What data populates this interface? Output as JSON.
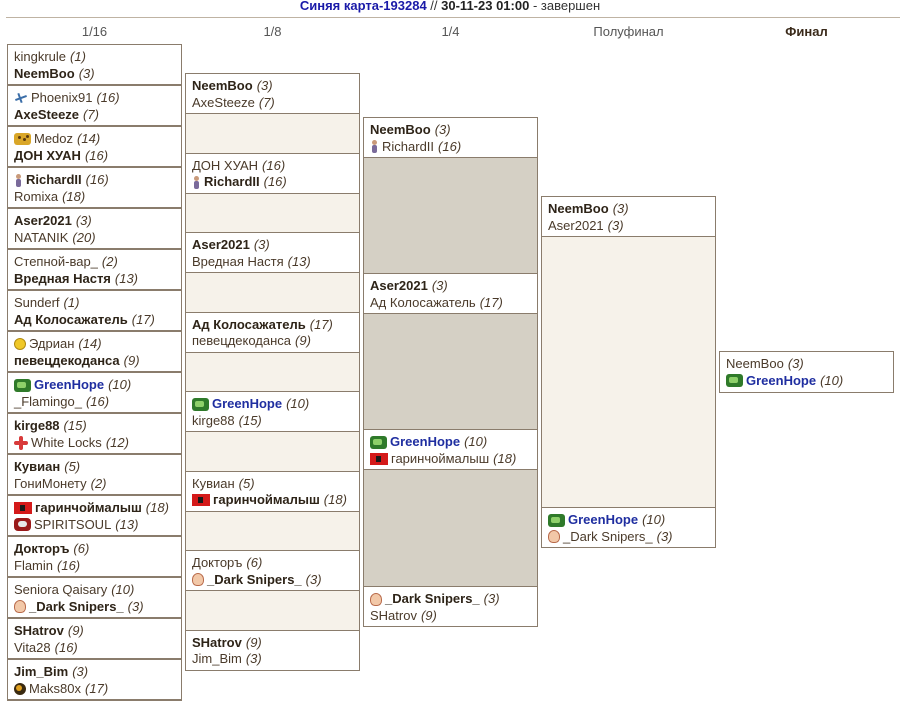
{
  "header": {
    "map_link": "Синяя карта-193284",
    "separator": " // ",
    "datetime": "30-11-23 01:00",
    "status_sep": " - ",
    "status": "завершен"
  },
  "rounds": [
    "1/16",
    "1/8",
    "1/4",
    "Полуфинал",
    "Финал"
  ],
  "r16": [
    [
      {
        "name": "kingkrule",
        "score": "(1)",
        "win": false,
        "icon": ""
      },
      {
        "name": "NeemBoo",
        "score": "(3)",
        "win": true,
        "icon": ""
      }
    ],
    [
      {
        "name": "Phoenix91",
        "score": "(16)",
        "win": false,
        "icon": "jet-icon"
      },
      {
        "name": "AxeSteeze",
        "score": "(7)",
        "win": true,
        "icon": ""
      }
    ],
    [
      {
        "name": "Medoz",
        "score": "(14)",
        "win": false,
        "icon": "cheetah-icon"
      },
      {
        "name": "ДОН ХУАН",
        "score": "(16)",
        "win": true,
        "icon": ""
      }
    ],
    [
      {
        "name": "RichardII",
        "score": "(16)",
        "win": true,
        "icon": "figure-icon"
      },
      {
        "name": "Romixa",
        "score": "(18)",
        "win": false,
        "icon": ""
      }
    ],
    [
      {
        "name": "Aser2021",
        "score": "(3)",
        "win": true,
        "icon": ""
      },
      {
        "name": "NATANIK",
        "score": "(20)",
        "win": false,
        "icon": ""
      }
    ],
    [
      {
        "name": "Степной-вар_",
        "score": "(2)",
        "win": false,
        "icon": ""
      },
      {
        "name": "Вредная Настя",
        "score": "(13)",
        "win": true,
        "icon": ""
      }
    ],
    [
      {
        "name": "Sunderf",
        "score": "(1)",
        "win": false,
        "icon": ""
      },
      {
        "name": "Ад Колосажатель",
        "score": "(17)",
        "win": true,
        "icon": ""
      }
    ],
    [
      {
        "name": "Эдриан",
        "score": "(14)",
        "win": false,
        "icon": "smile-icon"
      },
      {
        "name": "певецдекоданса",
        "score": "(9)",
        "win": true,
        "icon": ""
      }
    ],
    [
      {
        "name": "GreenHope",
        "score": "(10)",
        "win": true,
        "blue": true,
        "icon": "dragon-icon"
      },
      {
        "name": "_Flamingo_",
        "score": "(16)",
        "win": false,
        "icon": ""
      }
    ],
    [
      {
        "name": "kirge88",
        "score": "(15)",
        "win": true,
        "icon": ""
      },
      {
        "name": "White Locks",
        "score": "(12)",
        "win": false,
        "icon": "star-icon"
      }
    ],
    [
      {
        "name": "Кувиан",
        "score": "(5)",
        "win": true,
        "icon": ""
      },
      {
        "name": "ГониМонету",
        "score": "(2)",
        "win": false,
        "icon": ""
      }
    ],
    [
      {
        "name": "гаринчоймалыш",
        "score": "(18)",
        "win": true,
        "icon": "red-square-icon"
      },
      {
        "name": "SPIRITSOUL",
        "score": "(13)",
        "win": false,
        "icon": "red-creature-icon"
      }
    ],
    [
      {
        "name": "Докторъ",
        "score": "(6)",
        "win": true,
        "icon": ""
      },
      {
        "name": "Flamin",
        "score": "(16)",
        "win": false,
        "icon": ""
      }
    ],
    [
      {
        "name": "Seniora Qaisary",
        "score": "(10)",
        "win": false,
        "icon": ""
      },
      {
        "name": "_Dark Snipers_",
        "score": "(3)",
        "win": true,
        "icon": "face-icon"
      }
    ],
    [
      {
        "name": "SHatrov",
        "score": "(9)",
        "win": true,
        "icon": ""
      },
      {
        "name": "Vita28",
        "score": "(16)",
        "win": false,
        "icon": ""
      }
    ],
    [
      {
        "name": "Jim_Bim",
        "score": "(3)",
        "win": true,
        "icon": ""
      },
      {
        "name": "Maks80x",
        "score": "(17)",
        "win": false,
        "icon": "ball-icon"
      }
    ]
  ],
  "r8": [
    [
      {
        "name": "NeemBoo",
        "score": "(3)",
        "win": true,
        "icon": ""
      },
      {
        "name": "AxeSteeze",
        "score": "(7)",
        "win": false,
        "icon": ""
      }
    ],
    [
      {
        "name": "ДОН ХУАН",
        "score": "(16)",
        "win": false,
        "icon": ""
      },
      {
        "name": "RichardII",
        "score": "(16)",
        "win": true,
        "icon": "figure-icon"
      }
    ],
    [
      {
        "name": "Aser2021",
        "score": "(3)",
        "win": true,
        "icon": ""
      },
      {
        "name": "Вредная Настя",
        "score": "(13)",
        "win": false,
        "icon": ""
      }
    ],
    [
      {
        "name": "Ад Колосажатель",
        "score": "(17)",
        "win": true,
        "icon": ""
      },
      {
        "name": "певецдекоданса",
        "score": "(9)",
        "win": false,
        "icon": ""
      }
    ],
    [
      {
        "name": "GreenHope",
        "score": "(10)",
        "win": true,
        "blue": true,
        "icon": "dragon-icon"
      },
      {
        "name": "kirge88",
        "score": "(15)",
        "win": false,
        "icon": ""
      }
    ],
    [
      {
        "name": "Кувиан",
        "score": "(5)",
        "win": false,
        "icon": ""
      },
      {
        "name": "гаринчоймалыш",
        "score": "(18)",
        "win": true,
        "icon": "red-square-icon"
      }
    ],
    [
      {
        "name": "Докторъ",
        "score": "(6)",
        "win": false,
        "icon": ""
      },
      {
        "name": "_Dark Snipers_",
        "score": "(3)",
        "win": true,
        "icon": "face-icon"
      }
    ],
    [
      {
        "name": "SHatrov",
        "score": "(9)",
        "win": true,
        "icon": ""
      },
      {
        "name": "Jim_Bim",
        "score": "(3)",
        "win": false,
        "icon": ""
      }
    ]
  ],
  "r4": [
    [
      {
        "name": "NeemBoo",
        "score": "(3)",
        "win": true,
        "icon": ""
      },
      {
        "name": "RichardII",
        "score": "(16)",
        "win": false,
        "icon": "figure-icon"
      }
    ],
    [
      {
        "name": "Aser2021",
        "score": "(3)",
        "win": true,
        "icon": ""
      },
      {
        "name": "Ад Колосажатель",
        "score": "(17)",
        "win": false,
        "icon": ""
      }
    ],
    [
      {
        "name": "GreenHope",
        "score": "(10)",
        "win": true,
        "blue": true,
        "icon": "dragon-icon"
      },
      {
        "name": "гаринчоймалыш",
        "score": "(18)",
        "win": false,
        "icon": "red-square-icon"
      }
    ],
    [
      {
        "name": "_Dark Snipers_",
        "score": "(3)",
        "win": true,
        "icon": "face-icon"
      },
      {
        "name": "SHatrov",
        "score": "(9)",
        "win": false,
        "icon": ""
      }
    ]
  ],
  "sf": [
    [
      {
        "name": "NeemBoo",
        "score": "(3)",
        "win": true,
        "icon": ""
      },
      {
        "name": "Aser2021",
        "score": "(3)",
        "win": false,
        "icon": ""
      }
    ],
    [
      {
        "name": "GreenHope",
        "score": "(10)",
        "win": true,
        "blue": true,
        "icon": "dragon-icon"
      },
      {
        "name": "_Dark Snipers_",
        "score": "(3)",
        "win": false,
        "icon": "face-icon"
      }
    ]
  ],
  "final": [
    [
      {
        "name": "NeemBoo",
        "score": "(3)",
        "win": false,
        "icon": ""
      },
      {
        "name": "GreenHope",
        "score": "(10)",
        "win": true,
        "blue": true,
        "icon": "dragon-icon"
      }
    ]
  ]
}
